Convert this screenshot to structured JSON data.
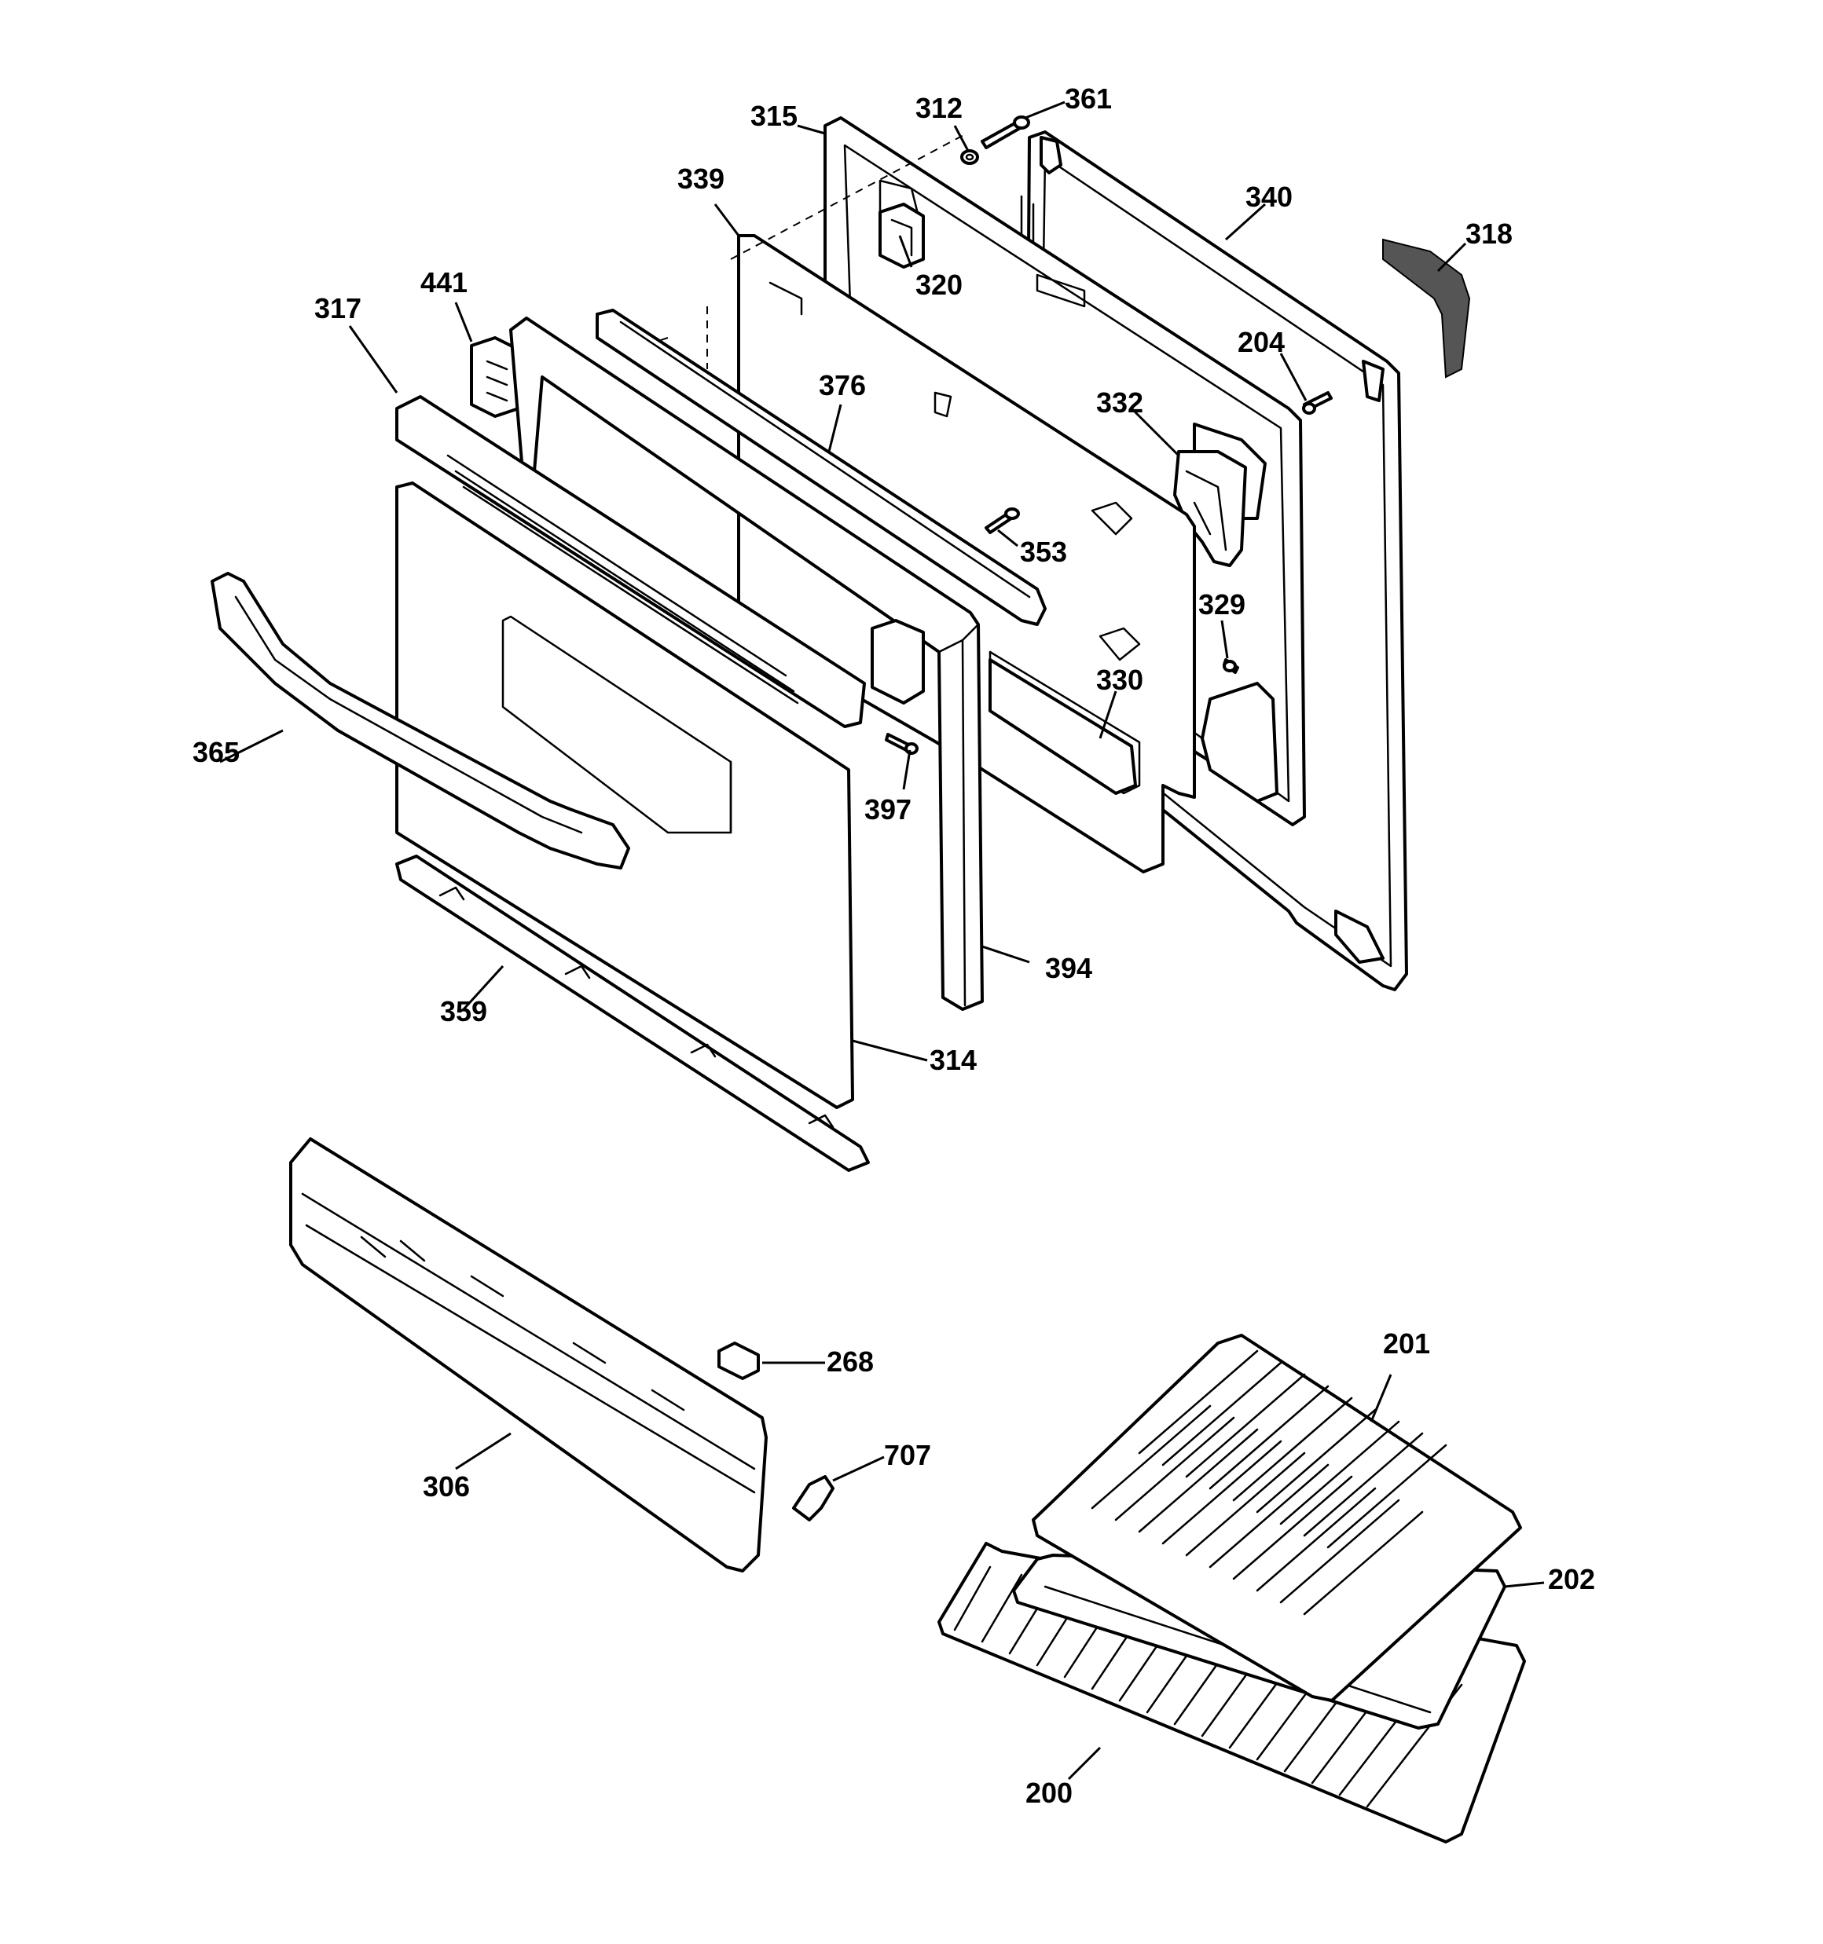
{
  "diagram": {
    "callouts": [
      {
        "id": "315",
        "text": "315"
      },
      {
        "id": "312",
        "text": "312"
      },
      {
        "id": "361",
        "text": "361"
      },
      {
        "id": "339",
        "text": "339"
      },
      {
        "id": "340",
        "text": "340"
      },
      {
        "id": "318",
        "text": "318"
      },
      {
        "id": "320",
        "text": "320"
      },
      {
        "id": "441",
        "text": "441"
      },
      {
        "id": "317",
        "text": "317"
      },
      {
        "id": "204",
        "text": "204"
      },
      {
        "id": "376",
        "text": "376"
      },
      {
        "id": "332",
        "text": "332"
      },
      {
        "id": "353",
        "text": "353"
      },
      {
        "id": "329",
        "text": "329"
      },
      {
        "id": "330",
        "text": "330"
      },
      {
        "id": "365",
        "text": "365"
      },
      {
        "id": "397",
        "text": "397"
      },
      {
        "id": "394",
        "text": "394"
      },
      {
        "id": "359",
        "text": "359"
      },
      {
        "id": "314",
        "text": "314"
      },
      {
        "id": "268",
        "text": "268"
      },
      {
        "id": "707",
        "text": "707"
      },
      {
        "id": "201",
        "text": "201"
      },
      {
        "id": "306",
        "text": "306"
      },
      {
        "id": "202",
        "text": "202"
      },
      {
        "id": "200",
        "text": "200"
      }
    ]
  },
  "colors": {
    "line": "#000000",
    "background": "#ffffff"
  }
}
